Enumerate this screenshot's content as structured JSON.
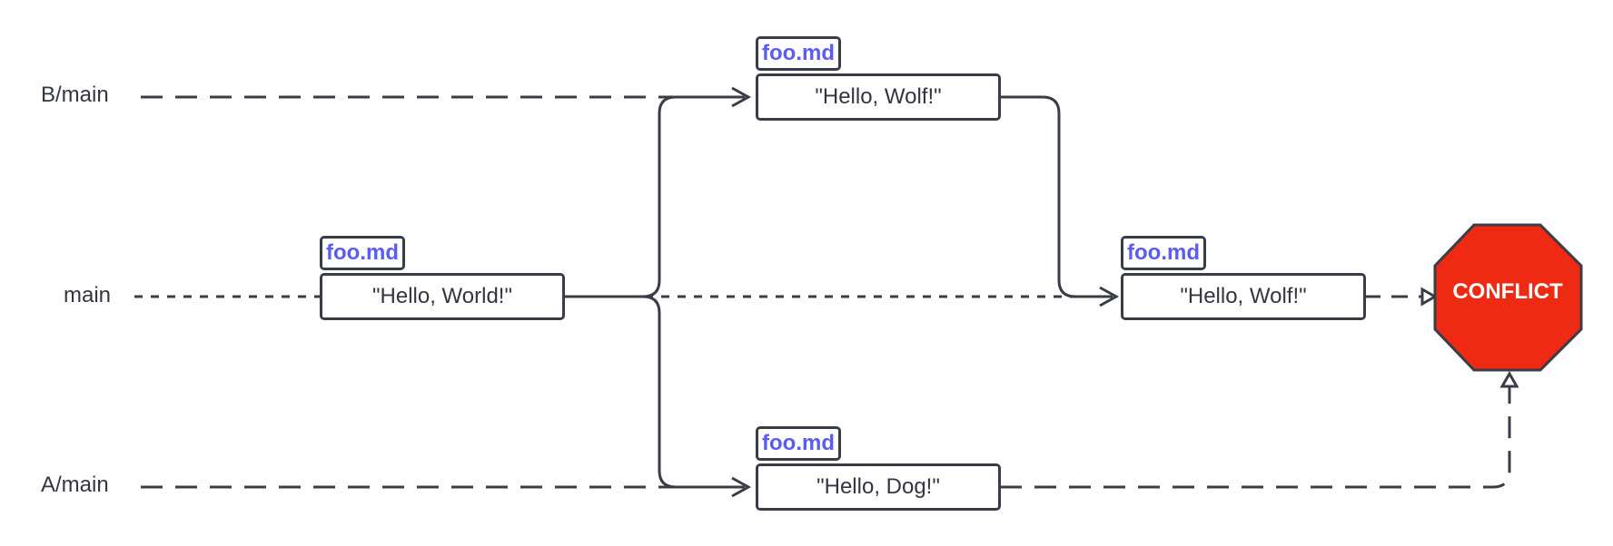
{
  "branches": {
    "b_main": "B/main",
    "main": "main",
    "a_main": "A/main"
  },
  "commits": {
    "origin": {
      "file": "foo.md",
      "content": "\"Hello, World!\""
    },
    "b_commit": {
      "file": "foo.md",
      "content": "\"Hello, Wolf!\""
    },
    "merged": {
      "file": "foo.md",
      "content": "\"Hello, Wolf!\""
    },
    "a_commit": {
      "file": "foo.md",
      "content": "\"Hello, Dog!\""
    }
  },
  "conflict": {
    "label": "CONFLICT",
    "color": "#ee2a12"
  },
  "colors": {
    "line": "#3a3d46",
    "file_tag": "#5b5cf2",
    "text": "#33363f"
  }
}
